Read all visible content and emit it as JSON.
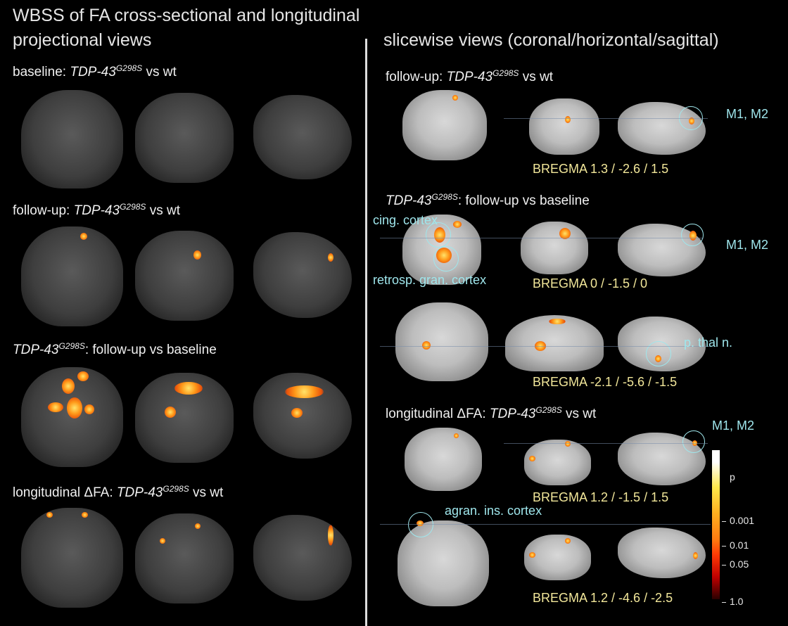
{
  "title": {
    "line1": "WBSS of FA cross-sectional and longitudinal",
    "left_heading": "projectional views",
    "right_heading": "slicewise views (coronal/horizontal/sagittal)"
  },
  "gene": {
    "name": "TDP-43",
    "allele": "G298S"
  },
  "left_panels": [
    {
      "prefix": "baseline: ",
      "suffix": " vs wt"
    },
    {
      "prefix": "follow-up: ",
      "suffix": " vs wt"
    },
    {
      "prefix": "",
      "suffix": ": follow-up vs baseline"
    },
    {
      "prefix": "longitudinal ΔFA: ",
      "suffix": " vs wt"
    }
  ],
  "right_panels": [
    {
      "prefix": "follow-up: ",
      "suffix": " vs wt"
    },
    {
      "prefix": "",
      "suffix": ": follow-up vs baseline"
    },
    {
      "prefix": "longitudinal ΔFA: ",
      "suffix": " vs wt"
    }
  ],
  "bregma": [
    "BREGMA 1.3 / -2.6 / 1.5",
    "BREGMA 0 / -1.5 / 0",
    "BREGMA -2.1 / -5.6 / -1.5",
    "BREGMA 1.2 / -1.5 / 1.5",
    "BREGMA 1.2 / -4.6 / -2.5"
  ],
  "annotations": {
    "m1m2": "M1, M2",
    "cing": "cing. cortex",
    "retrosp": "retrosp. gran. cortex",
    "pthal": "p. thal n.",
    "agran": "agran. ins. cortex"
  },
  "colorbar": {
    "label": "p",
    "ticks": [
      "0.001",
      "0.01",
      "0.05",
      "1.0"
    ],
    "colors": [
      "#ffffff",
      "#ffe84a",
      "#ff7a10",
      "#c00000",
      "#2a0000"
    ]
  }
}
